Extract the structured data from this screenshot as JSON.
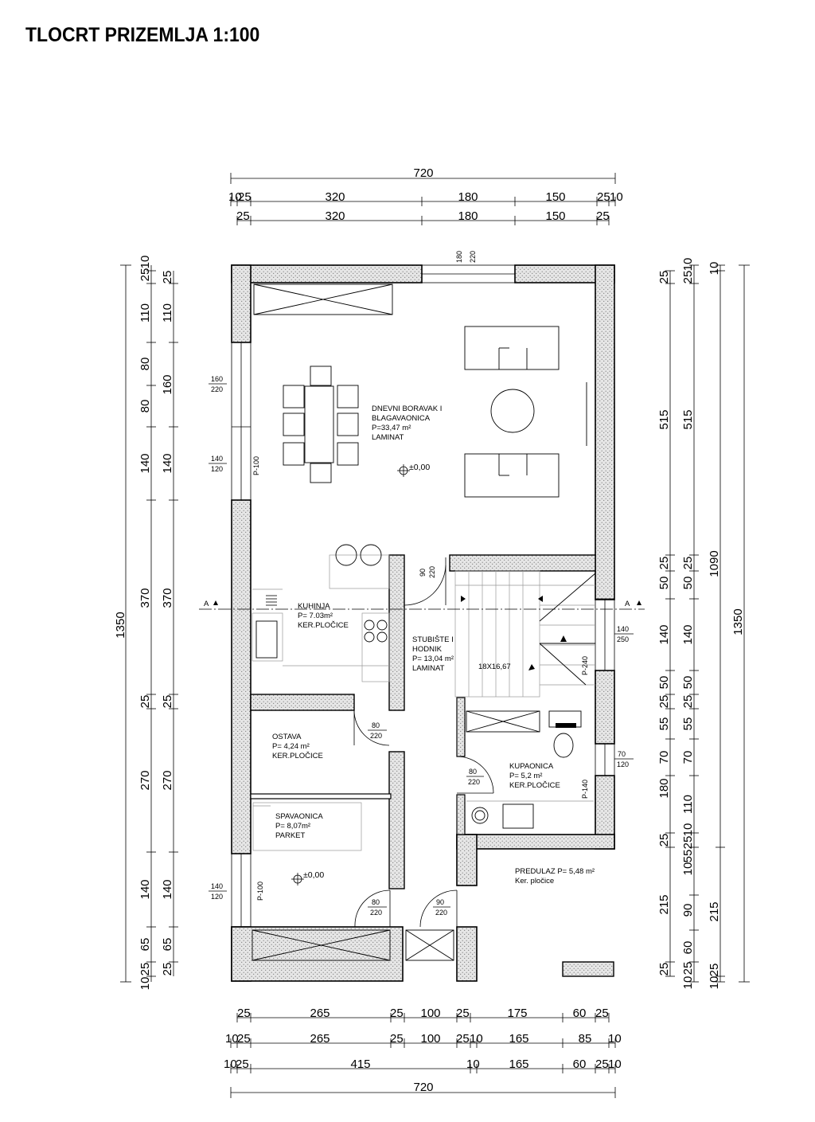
{
  "title": "TLOCRT PRIZEMLJA 1:100",
  "dimensions": {
    "top_total": "720",
    "top_row1": [
      "10",
      "25",
      "320",
      "180",
      "150",
      "25",
      "10"
    ],
    "top_row2": [
      "25",
      "320",
      "180",
      "150",
      "25"
    ],
    "bottom_row1": [
      "25",
      "265",
      "25",
      "100",
      "25",
      "175",
      "60",
      "25"
    ],
    "bottom_row2": [
      "10",
      "25",
      "265",
      "25",
      "100",
      "25",
      "10",
      "165",
      "85",
      "10"
    ],
    "bottom_row3": [
      "10",
      "25",
      "415",
      "10",
      "165",
      "60",
      "25",
      "10"
    ],
    "bottom_total": "720",
    "left_total": "1350",
    "left_outer": [
      "25",
      "10",
      "110",
      "80",
      "80",
      "140",
      "370",
      "25",
      "270",
      "140",
      "65",
      "25",
      "10"
    ],
    "left_inner": [
      "25",
      "110",
      "160",
      "140",
      "370",
      "25",
      "270",
      "140",
      "65",
      "25"
    ],
    "right_inner": [
      "25",
      "515",
      "50",
      "25",
      "140",
      "50",
      "25",
      "55",
      "70",
      "180",
      "25",
      "215",
      "25"
    ],
    "right_mid": [
      "25",
      "10",
      "515",
      "50",
      "25",
      "140",
      "50",
      "25",
      "55",
      "70",
      "110",
      "10",
      "25",
      "55",
      "10",
      "90",
      "60",
      "10",
      "25"
    ],
    "right_mid2": [
      "10",
      "1090",
      "215",
      "10",
      "25"
    ],
    "right_total": "1350"
  },
  "openings": {
    "top_window": [
      "180",
      "220"
    ],
    "left_window1": [
      "160",
      "220"
    ],
    "left_window2": [
      "140",
      "120"
    ],
    "left_window3": [
      "140",
      "120"
    ],
    "kitchen_door": [
      "90",
      "220"
    ],
    "ostava_door": [
      "80",
      "220"
    ],
    "kupaonica_door": [
      "80",
      "220"
    ],
    "bedroom_door": [
      "80",
      "220"
    ],
    "entrance_door": [
      "90",
      "220"
    ],
    "stair_window": [
      "140",
      "250"
    ],
    "bath_window": [
      "70",
      "120"
    ],
    "p100_a": "P-100",
    "p100_b": "P-100",
    "p240": "P-240",
    "p140": "P-140"
  },
  "rooms": {
    "dnevni": [
      "DNEVNI BORAVAK I",
      "BLAGAVAONICA",
      "P=33,47 m²",
      "LAMINAT"
    ],
    "kuhinja": [
      "KUHINJA",
      "P= 7.03m²",
      "KER.PLOČICE"
    ],
    "stubiste": [
      "STUBIŠTE I",
      "HODNIK",
      "P= 13,04 m²",
      "LAMINAT"
    ],
    "ostava": [
      "OSTAVA",
      "P= 4,24 m²",
      "KER.PLOČICE"
    ],
    "kupaonica": [
      "KUPAONICA",
      "P= 5,2 m²",
      "KER.PLOČICE"
    ],
    "spavaonica": [
      "SPAVAONICA",
      "P= 8,07m²",
      "PARKET"
    ],
    "predulaz": [
      "PREDULAZ P= 5,48 m²",
      "Ker. pločice"
    ]
  },
  "levels": {
    "living": "±0,00",
    "bedroom": "±0,00"
  },
  "stairs_label": "18X16,67",
  "section_marks": {
    "left": "A",
    "right": "A"
  }
}
